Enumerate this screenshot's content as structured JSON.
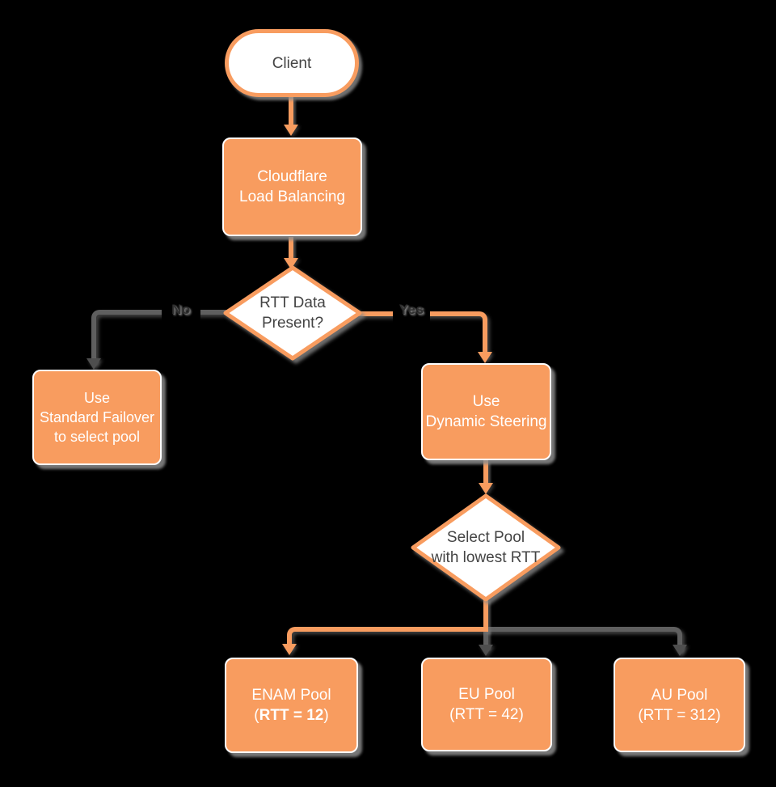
{
  "diagram": {
    "background_color": "#000000",
    "accent_orange": "#F89C5F",
    "connector_gray": "#5F5F5F",
    "nodes": {
      "client": {
        "label": "Client"
      },
      "load_balancer": {
        "label": "Cloudflare\nLoad Balancing"
      },
      "rtt_decision": {
        "label": "RTT Data\nPresent?"
      },
      "standard_failover": {
        "label": "Use\nStandard Failover\nto select pool"
      },
      "dynamic_steering": {
        "label": "Use\nDynamic Steering"
      },
      "select_pool_decision": {
        "label": "Select Pool\nwith lowest RTT"
      },
      "enam_pool": {
        "title": "ENAM Pool",
        "rtt_open": "(",
        "rtt_bold": "RTT = 12",
        "rtt_close": ")"
      },
      "eu_pool": {
        "title": "EU Pool",
        "rtt": "(RTT = 42)"
      },
      "au_pool": {
        "title": "AU Pool",
        "rtt": "(RTT = 312)"
      }
    },
    "edge_labels": {
      "no": "No",
      "yes": "Yes"
    }
  }
}
